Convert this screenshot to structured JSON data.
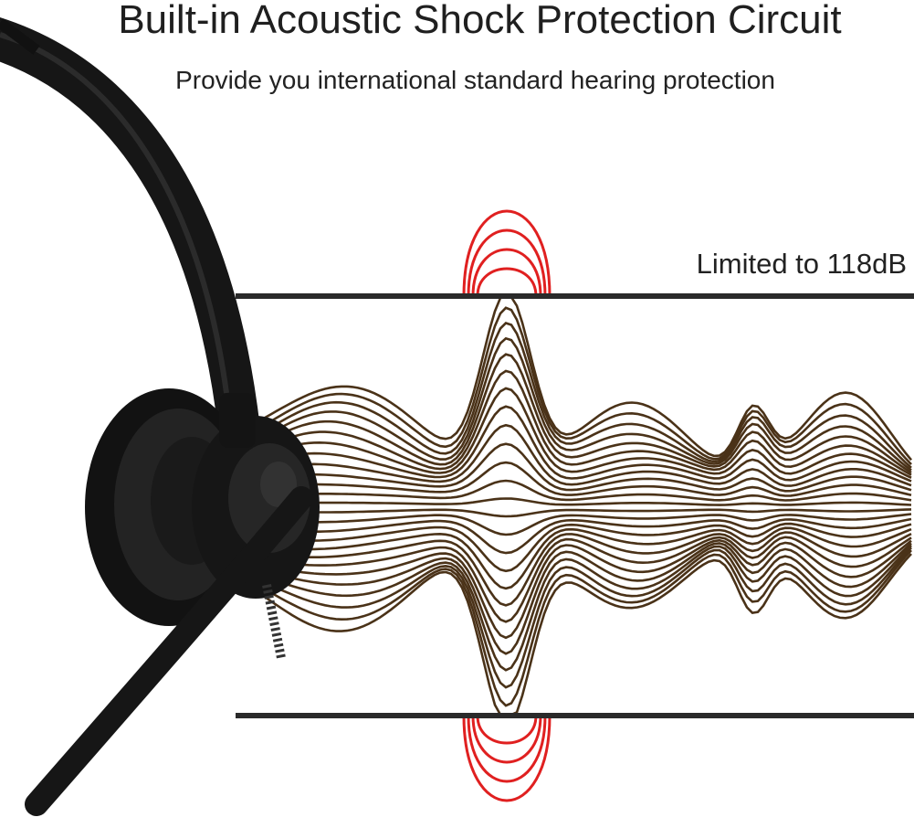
{
  "headline": "Built-in Acoustic Shock Protection Circuit",
  "subheadline": "Provide you international standard hearing protection",
  "limit_label": "Limited to 118dB",
  "colors": {
    "wave": "#4a3218",
    "clipped_wave": "#e02020",
    "limit_line": "#2a2a2a",
    "headset": "#1b1b1b"
  }
}
